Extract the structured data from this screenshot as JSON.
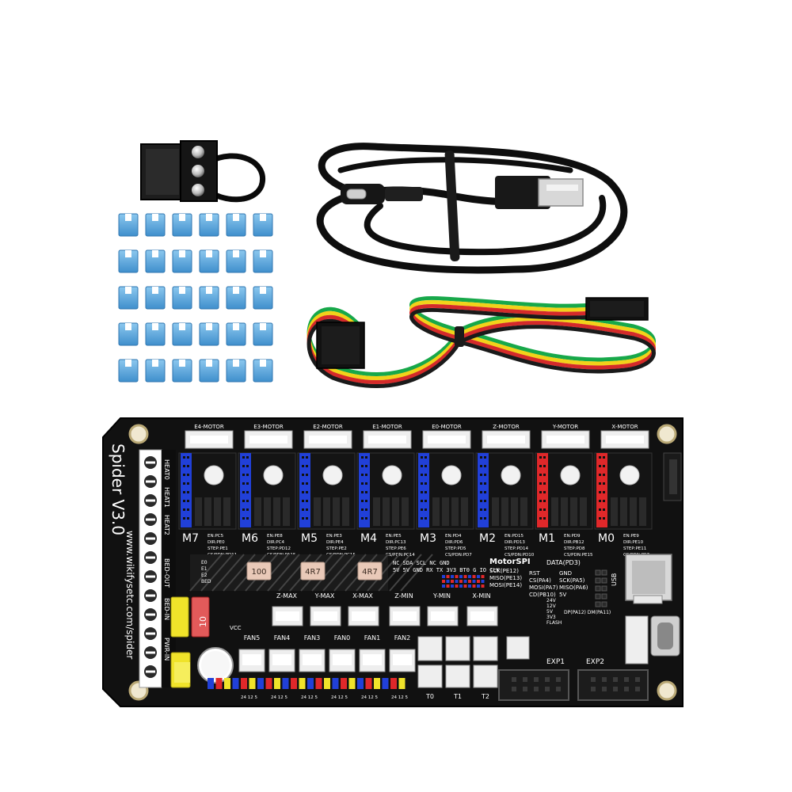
{
  "board": {
    "name": "Spider V3.0",
    "url": "www.wikifysetc.com/spider",
    "motor_headers": [
      "E4-MOTOR",
      "E3-MOTOR",
      "E2-MOTOR",
      "E1-MOTOR",
      "E0-MOTOR",
      "Z-MOTOR",
      "Y-MOTOR",
      "X-MOTOR"
    ],
    "motor_slots": [
      {
        "id": "M7",
        "pins": [
          "EN:PC5",
          "DIR:PE0",
          "STEP:PE1",
          "CS/PDN:PD11"
        ]
      },
      {
        "id": "M6",
        "pins": [
          "EN:PE8",
          "DIR:PC4",
          "STEP:PD12",
          "CS/PDN:PA15"
        ]
      },
      {
        "id": "M5",
        "pins": [
          "EN:PE3",
          "DIR:PE4",
          "STEP:PE2",
          "CS/PDN:PC15"
        ]
      },
      {
        "id": "M4",
        "pins": [
          "EN:PE5",
          "DIR:PC13",
          "STEP:PE6",
          "CS/PDN:PC14"
        ]
      },
      {
        "id": "M3",
        "pins": [
          "EN:PD4",
          "DIR:PD6",
          "STEP:PD5",
          "CS/PDN:PD7"
        ]
      },
      {
        "id": "M2",
        "pins": [
          "EN:PD15",
          "DIR:PD13",
          "STEP:PD14",
          "CS/PDN:PD10"
        ]
      },
      {
        "id": "M1",
        "pins": [
          "EN:PD9",
          "DIR:PB12",
          "STEP:PD8",
          "CS/PDN:PE15"
        ]
      },
      {
        "id": "M0",
        "pins": [
          "EN:PE9",
          "DIR:PE10",
          "STEP:PE11",
          "CS/PDN:PE7"
        ]
      }
    ],
    "power_labels": [
      "HEAT0",
      "HEAT1",
      "HEAT2",
      "BED-OUT",
      "BED-IN",
      "PWR-IN"
    ],
    "resistors": [
      "100",
      "4R7",
      "4R7"
    ],
    "fuse_value": "10",
    "endstops": [
      "Z-MAX",
      "Y-MAX",
      "X-MAX",
      "Z-MIN",
      "Y-MIN",
      "X-MIN"
    ],
    "fans": [
      "FAN5",
      "FAN4",
      "FAN3",
      "FAN0",
      "FAN1",
      "FAN2"
    ],
    "thermistors": [
      "T0",
      "T1",
      "T2"
    ],
    "exp_headers": [
      "EXP1",
      "EXP2"
    ],
    "motor_spi": {
      "title": "MotorSPI",
      "lines": [
        "SCK(PE12)",
        "MISO(PE13)",
        "MOSI(PE14)"
      ],
      "pin_header": "NC SDA SCL NC GND",
      "pin_row": "5V 5V GND RX TX 3V3 BT0 G IO CLK"
    },
    "sd_block": {
      "lines": [
        "RST",
        "CS(PA4)",
        "MOSI(PA7)",
        "CD(PB10)"
      ],
      "lines2": [
        "GND",
        "SCK(PA5)",
        "MISO(PA6)",
        "5V"
      ]
    },
    "usb_label": "USB",
    "voltage_labels": [
      "24V",
      "12V",
      "5V",
      "3V3",
      "FLASH"
    ],
    "led_labels": [
      "E0",
      "E1",
      "E2",
      "BED"
    ],
    "misc": {
      "vcc": "VCC",
      "fan_voltage": "24 12 5",
      "data": "DATA(PD3)",
      "swd": "DP(PA12) DM(PA11)"
    }
  },
  "cables": {
    "usb_cable_color": "#0e0e0e",
    "wire_colors": [
      "#17a84a",
      "#f2d21a",
      "#d42a2a",
      "#1a1a1a"
    ]
  },
  "jumpers": {
    "count": 30,
    "color": "#59a9de"
  },
  "colors": {
    "board_black": "#111111",
    "blue_header": "#2140d8",
    "red_header": "#e0282a",
    "connector_white": "#eeeeee",
    "fuse_yellow": "#f0e32a"
  }
}
